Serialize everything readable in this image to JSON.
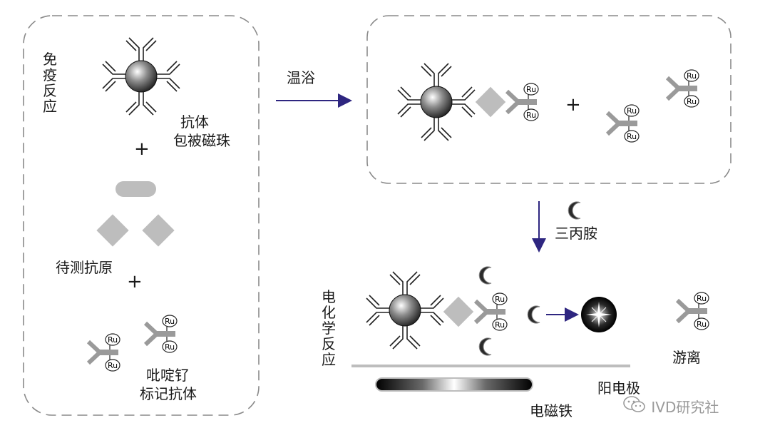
{
  "labels": {
    "immune_reaction": "免疫反应",
    "antibody_beads_line1": "抗体",
    "antibody_beads_line2": "包被磁珠",
    "antigen": "待测抗原",
    "ru_antibody_line1": "吡啶钌",
    "ru_antibody_line2": "标记抗体",
    "incubation": "温浴",
    "tripropylamine": "三丙胺",
    "electrochemical_reaction": "电化学反应",
    "free": "游离",
    "anode": "阳电极",
    "magnet": "电磁铁",
    "plus": "+",
    "ru": "Ru"
  },
  "watermark": {
    "icon": "wechat-icon",
    "text": "IVD研究社"
  },
  "colors": {
    "arrow": "#2e2680",
    "dash": "#8a8a8a",
    "antigen_gray": "#bdbdbd",
    "text": "#1a1a1a"
  }
}
